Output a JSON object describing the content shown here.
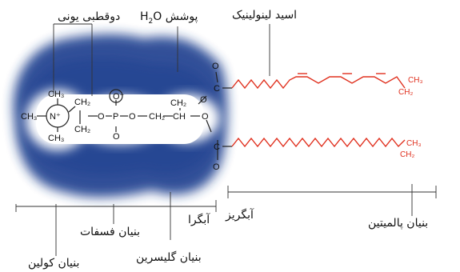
{
  "labels": {
    "dipole": "دوقطبی یونی",
    "water_prefix": "پوشش",
    "water_formula_h": "H",
    "water_formula_sub": "2",
    "water_formula_o": "O",
    "linoleic": "اسید لینولینیک",
    "hydrophobic": "آبگریز",
    "hydrophilic": "آبگرا",
    "phosphate": "بنیان فسفات",
    "glycerol": "بنیان گلیسرین",
    "choline": "بنیان کولین",
    "palmitin": "بنیان پالمیتین"
  },
  "chemistry": {
    "methyl": "CH₃",
    "methyl_sub": "CH",
    "methylene": "CH₂",
    "nitrogen_cation": "N⁺",
    "oxygen": "O",
    "oxygen_anion": "O⁻",
    "phosphorus": "P",
    "carbon": "C",
    "hydrogen": "H",
    "red_methyl": "CH₃",
    "red_methylene": "CH₂"
  },
  "colors": {
    "water_shell": "#1e3f8f",
    "linoleic_chain": "#e0301e",
    "palmitin_chain": "#e0301e",
    "lines": "#222222"
  }
}
